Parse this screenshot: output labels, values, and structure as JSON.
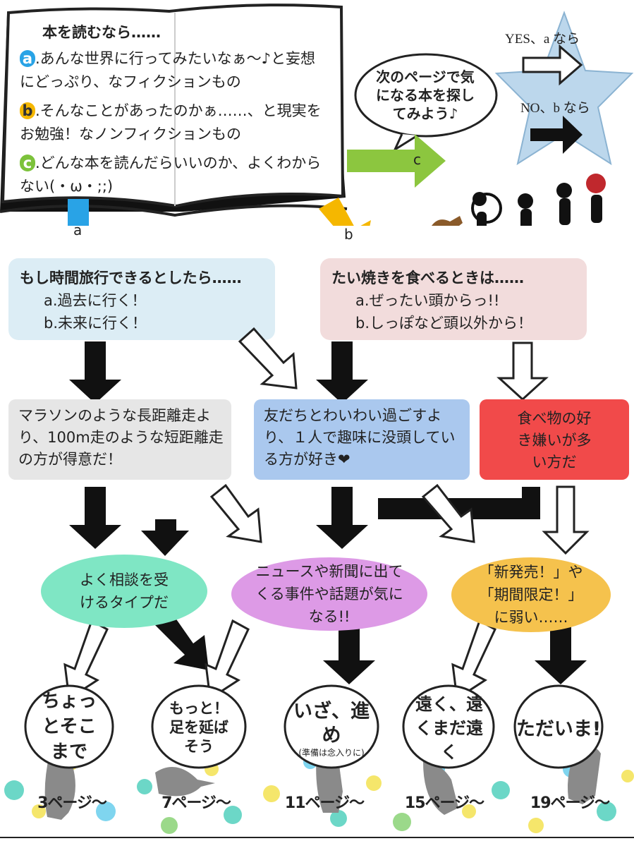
{
  "book": {
    "title": "本を読むなら……",
    "options": [
      {
        "badge": "a",
        "text": ".あんな世界に行ってみたいなぁ～♪と妄想にどっぷり、なフィクションもの"
      },
      {
        "badge": "b",
        "text": ".そんなことがあったのかぁ……、と現実をお勉強！なノンフィクションもの"
      },
      {
        "badge": "c",
        "text": ".どんな本を読んだらいいのか、よくわからない(・ω・;;)"
      }
    ]
  },
  "arrows": {
    "a": "a",
    "b": "b",
    "c": "c"
  },
  "bubble": {
    "text": "次のページで気になる本を探してみよう♪"
  },
  "star": {
    "yes": "YES、a なら",
    "no": "NO、b なら"
  },
  "q_time": {
    "title": "もし時間旅行できるとしたら……",
    "a": "a.過去に行く！",
    "b": "b.未来に行く！"
  },
  "q_taiyaki": {
    "title": "たい焼きを食べるときは……",
    "a": "a.ぜったい頭からっ!!",
    "b": "b.しっぽなど頭以外から！"
  },
  "t_marathon": {
    "text": "マラソンのような長距離走より、100m走のような短距離走の方が得意だ！"
  },
  "t_friends": {
    "text": "友だちとわいわい過ごすより、１人で趣味に没頭している方が好き❤"
  },
  "t_food": {
    "text": "食べ物の好き嫌いが多い方だ"
  },
  "e_consult": {
    "text": "よく相談を受けるタイプだ"
  },
  "e_news": {
    "text": "ニュースや新聞に出てくる事件や話題が気になる!!"
  },
  "e_new": {
    "text": "「新発売！」や「期間限定！」に弱い……"
  },
  "results": [
    {
      "label": "ちょっとそこまで",
      "page": "3ページ～"
    },
    {
      "label": "もっと！足を延ばそう",
      "page": "7ページ～"
    },
    {
      "label": "いざ、進め",
      "note": "(準備は念入りに)",
      "page": "11ページ～"
    },
    {
      "label": "遠く、遠くまだ遠く",
      "page": "15ページ～"
    },
    {
      "label": "ただいま!",
      "page": "19ページ～"
    }
  ],
  "colors": {
    "blue": "#29a3e6",
    "yellow": "#f5b700",
    "green": "#7cc23b",
    "q_time_bg": "#dcedf5",
    "q_taiyaki_bg": "#f2dcdc",
    "marathon_bg": "#e6e6e6",
    "friends_bg": "#aac8ee",
    "food_bg": "#f14a4a",
    "consult_bg": "#7fe6c4",
    "news_bg": "#dd9ae6",
    "new_bg": "#f5c24d",
    "star_bg": "#bcd7ec"
  }
}
